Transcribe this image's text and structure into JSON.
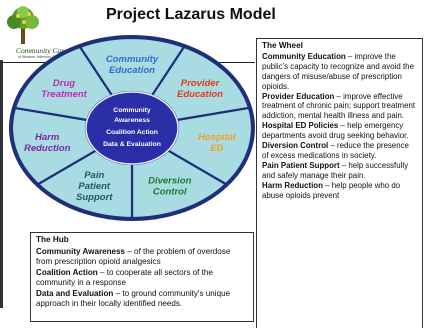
{
  "logo": {
    "name": "Community Care",
    "subtitle": "of Western Jefferson County"
  },
  "title": "Project Lazarus Model",
  "diagram": {
    "center_lines": [
      "Community",
      "Awareness",
      "Coalition Action",
      "Data & Evaluation"
    ],
    "center_color": "#2a2fa8",
    "ring_color": "#a9dbe3",
    "segments": [
      {
        "lines": [
          "Community",
          "Education"
        ],
        "color": "#2a6fd0"
      },
      {
        "lines": [
          "Provider",
          "Education"
        ],
        "color": "#e03a1a"
      },
      {
        "lines": [
          "Hospital",
          "ED"
        ],
        "color": "#f0a020"
      },
      {
        "lines": [
          "Diversion",
          "Control"
        ],
        "color": "#1d7a2a"
      },
      {
        "lines": [
          "Pain",
          "Patient",
          "Support"
        ],
        "color": "#1d5a6a"
      },
      {
        "lines": [
          "Harm",
          "Reduction"
        ],
        "color": "#7a2aa0"
      },
      {
        "lines": [
          "Drug",
          "Treatment"
        ],
        "color": "#c02ab0"
      }
    ]
  },
  "hub": {
    "title": "The Hub",
    "items": [
      {
        "term": "Community Awareness",
        "text": " – of the problem of overdose from prescription opioid analgesics"
      },
      {
        "term": "Coalition Action",
        "text": " – to cooperate all sectors of the community in a response"
      },
      {
        "term": "Data and Evaluation",
        "text": " – to ground community's unique approach in their locally identified needs."
      }
    ]
  },
  "wheel": {
    "title": "The Wheel",
    "items": [
      {
        "term": "Community Education",
        "text": " – improve the public's capacity to recognize and avoid the dangers of misuse/abuse of prescription opioids."
      },
      {
        "term": "Provider Education",
        "text": " – improve effective treatment of chronic pain; support treatment addiction, mental health illness and pain."
      },
      {
        "term": "Hospital ED Policies",
        "text": " – help emergency departments avoid drug seeking behavior."
      },
      {
        "term": "Diversion Control",
        "text": " – reduce the presence of excess medications in society."
      },
      {
        "term": "Pain Patient Support",
        "text": " – help successfully and safely manage their pain."
      },
      {
        "term": "Harm Reduction",
        "text": " – help people who do abuse opioids prevent"
      }
    ]
  }
}
